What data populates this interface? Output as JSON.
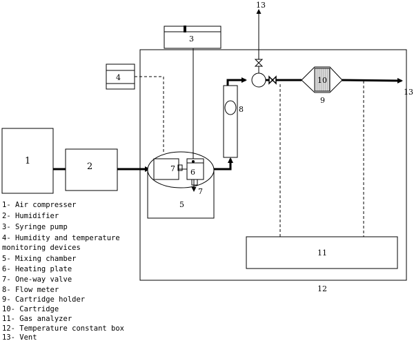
{
  "diagram": {
    "nodes": {
      "n1": "1",
      "n2": "2",
      "n3": "3",
      "n4": "4",
      "n5": "5",
      "n6": "6",
      "n7_inner": "7",
      "n7_outlet": "7",
      "n8": "8",
      "n9": "9",
      "n10": "10",
      "n11": "11",
      "n12": "12",
      "n13_top": "13",
      "n13_right": "13"
    },
    "legend": [
      "1- Air compresser",
      "2- Humidifier",
      "3- Syringe pump",
      "4- Humidity and temperature",
      " monitoring devices",
      "5- Mixing  chamber",
      "6- Heating plate",
      "7- One-way valve",
      "8- Flow meter",
      "9- Cartridge holder",
      "10- Cartridge",
      "11- Gas analyzer",
      "12- Temperature constant box",
      "13- Vent"
    ]
  }
}
